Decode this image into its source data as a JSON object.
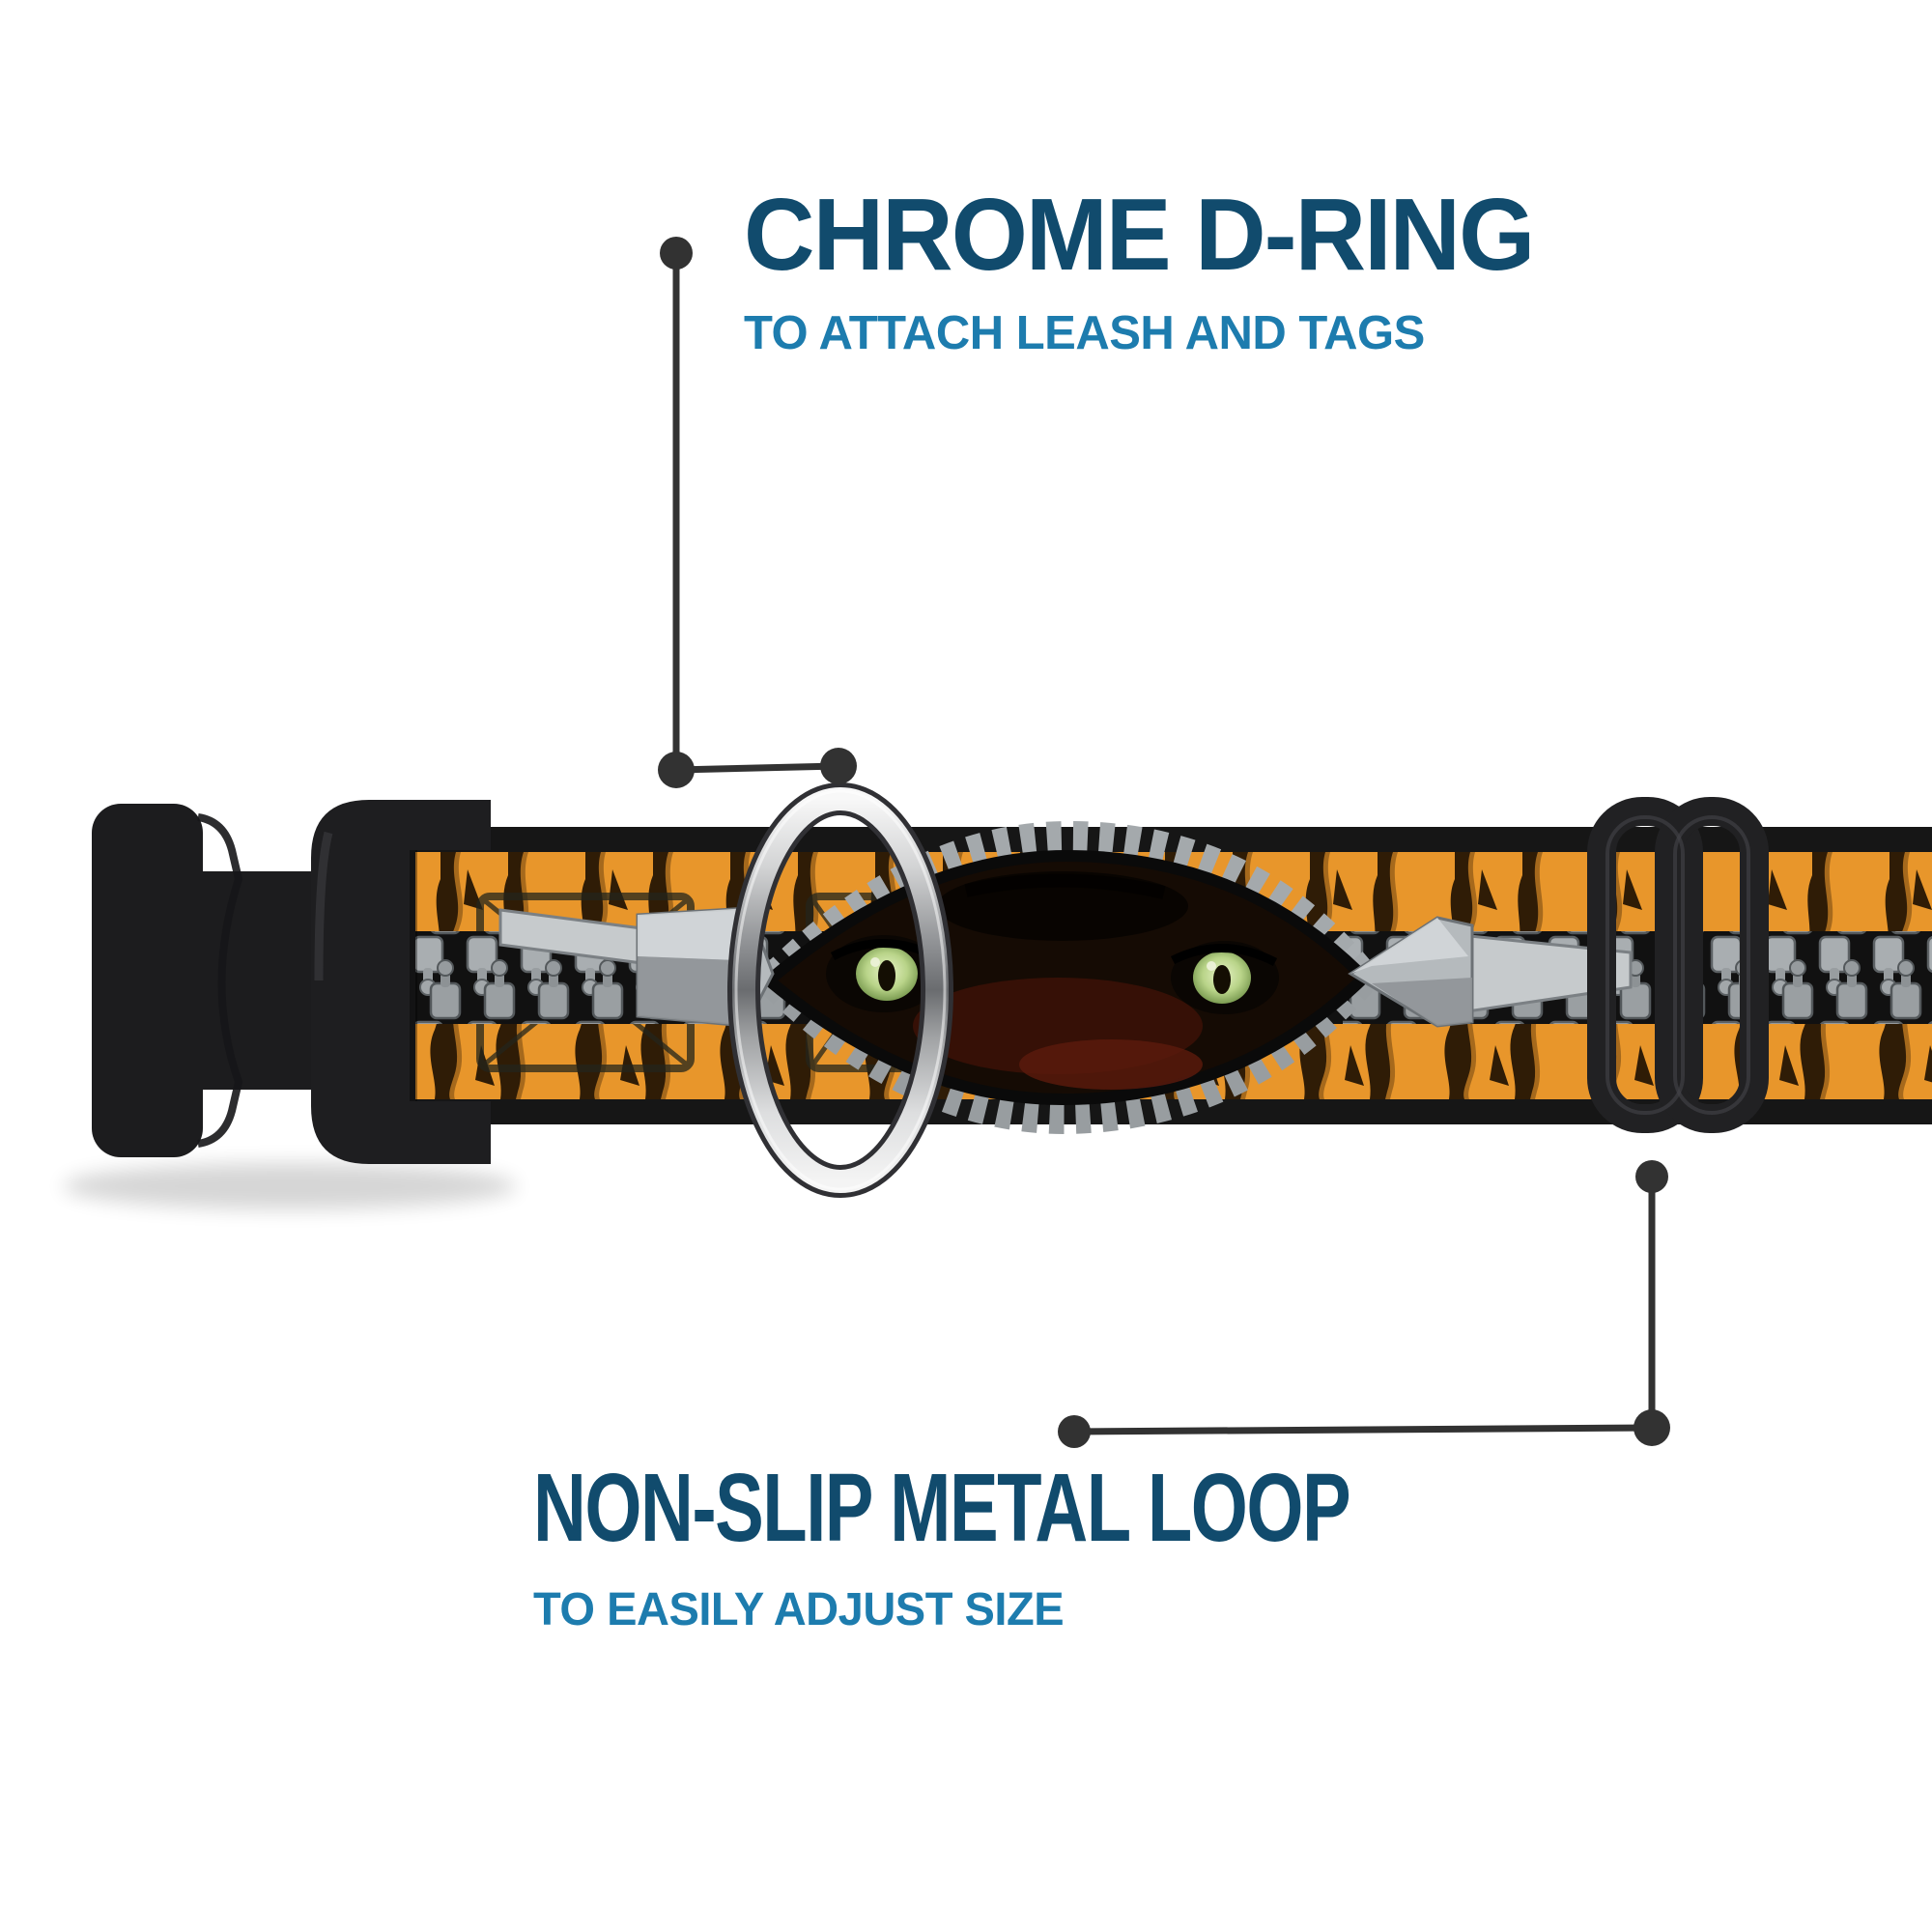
{
  "product_diagram": {
    "background": "#ffffff",
    "callouts": [
      {
        "id": "chrome-d-ring",
        "title": "CHROME D-RING",
        "subtitle": "TO ATTACH LEASH AND TAGS"
      },
      {
        "id": "non-slip-metal-loop",
        "title": "NON-SLIP METAL LOOP",
        "subtitle": "TO EASILY ADJUST SIZE"
      }
    ],
    "colors": {
      "title": "#114b6d",
      "subtitle": "#1d7cae",
      "callout_line": "#323232",
      "webbing_orange": "#e8962b",
      "stripe_brown": "#2f1c06",
      "zipper_gray": "#a9aeb1",
      "zipper_band_black": "#111111",
      "buckle_black": "#1d1d1f",
      "chrome_silver": "#d9d9d9",
      "slider_black": "#212123",
      "eye_green": "#cfe6a8"
    },
    "parts": [
      {
        "name": "plastic-side-release-buckle"
      },
      {
        "name": "tiger-stripe-webbing"
      },
      {
        "name": "zipper-graphic"
      },
      {
        "name": "tiger-eyes-graphic"
      },
      {
        "name": "chrome-d-ring"
      },
      {
        "name": "non-slip-metal-loop"
      }
    ]
  }
}
